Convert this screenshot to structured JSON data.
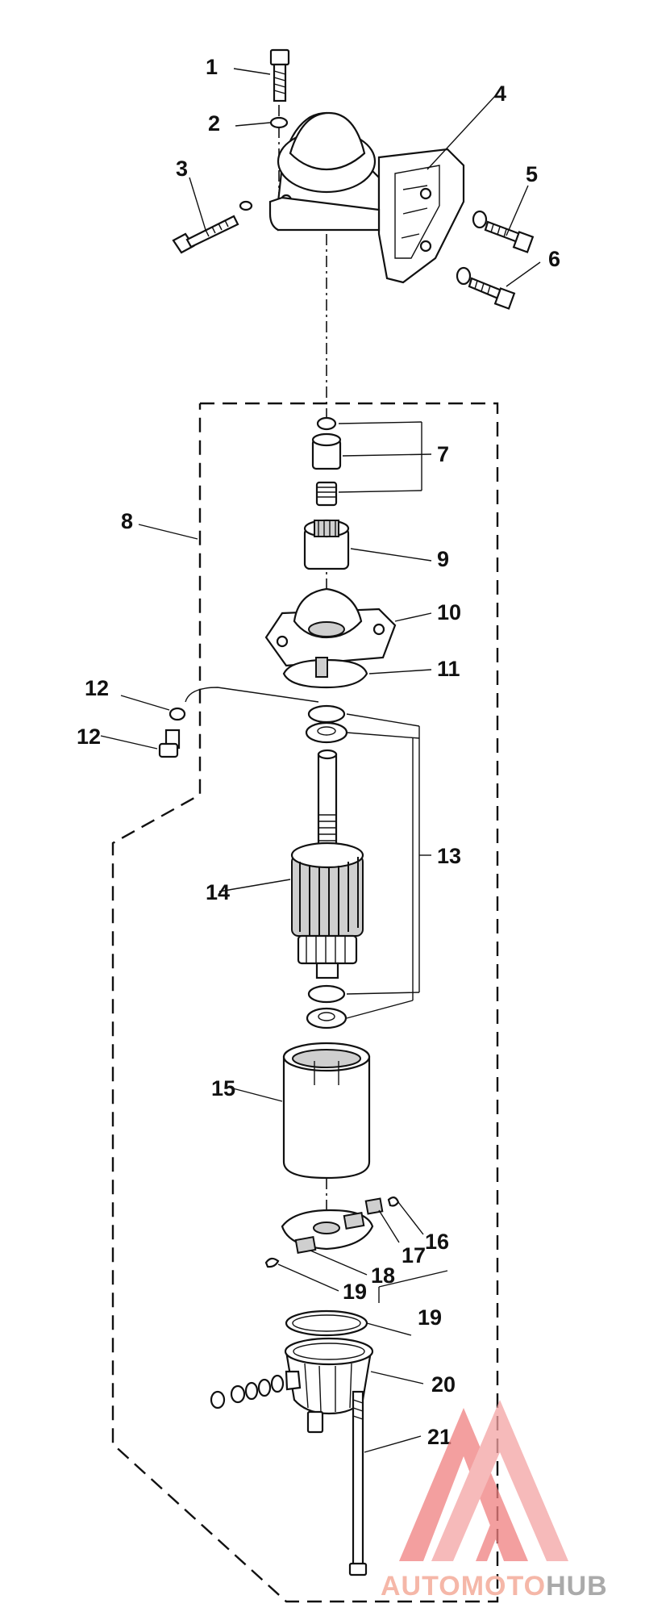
{
  "callouts": [
    {
      "id": "c1",
      "text": "1"
    },
    {
      "id": "c2",
      "text": "2"
    },
    {
      "id": "c3",
      "text": "3"
    },
    {
      "id": "c4",
      "text": "4"
    },
    {
      "id": "c5",
      "text": "5"
    },
    {
      "id": "c6",
      "text": "6"
    },
    {
      "id": "c7",
      "text": "7"
    },
    {
      "id": "c8",
      "text": "8"
    },
    {
      "id": "c9",
      "text": "9"
    },
    {
      "id": "c10",
      "text": "10"
    },
    {
      "id": "c11",
      "text": "11"
    },
    {
      "id": "c12a",
      "text": "12"
    },
    {
      "id": "c12b",
      "text": "12"
    },
    {
      "id": "c13",
      "text": "13"
    },
    {
      "id": "c14",
      "text": "14"
    },
    {
      "id": "c15",
      "text": "15"
    },
    {
      "id": "c16",
      "text": "16"
    },
    {
      "id": "c17",
      "text": "17"
    },
    {
      "id": "c18",
      "text": "18"
    },
    {
      "id": "c19a",
      "text": "19"
    },
    {
      "id": "c19b",
      "text": "19"
    },
    {
      "id": "c20",
      "text": "20"
    },
    {
      "id": "c21",
      "text": "21"
    }
  ],
  "watermark": {
    "part1": "AUTOMOTO",
    "part2": "HUB",
    "color_logo": "#f08080",
    "color_text1": "#f5b7a8",
    "color_text2": "#aaaaaa"
  }
}
